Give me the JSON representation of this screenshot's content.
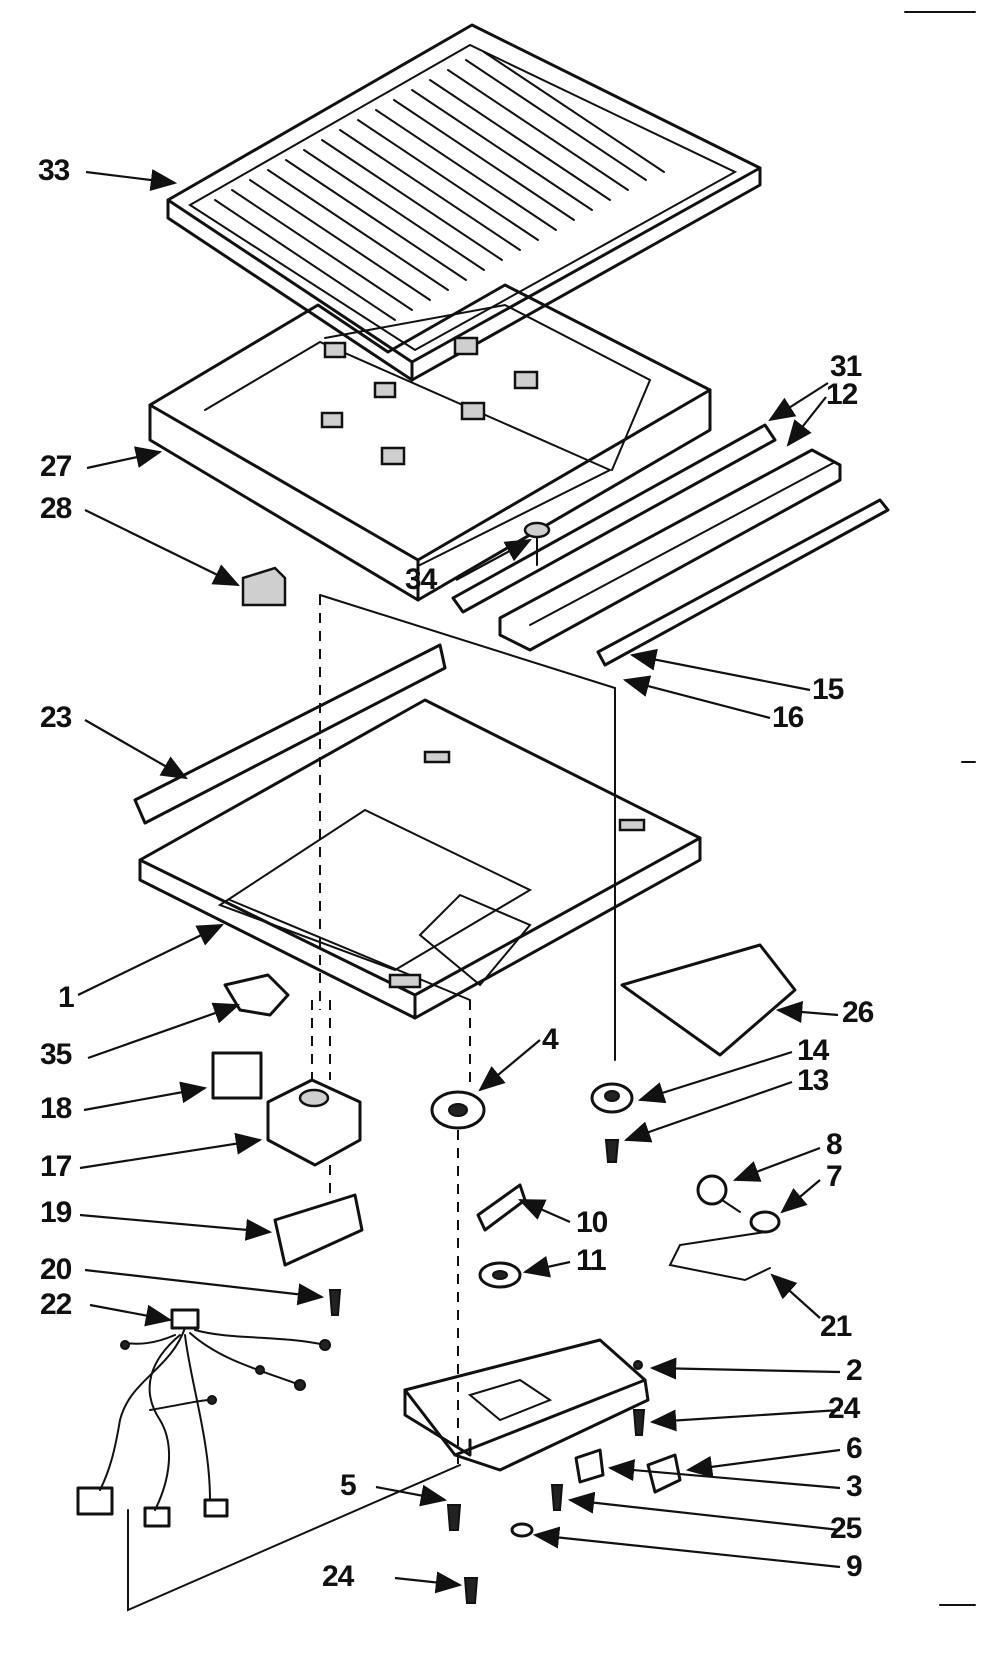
{
  "diagram": {
    "callouts": {
      "p33": "33",
      "p27": "27",
      "p28": "28",
      "p31": "31",
      "p12": "12",
      "p34": "34",
      "p15": "15",
      "p16": "16",
      "p23": "23",
      "p1": "1",
      "p35": "35",
      "p26": "26",
      "p4": "4",
      "p14": "14",
      "p13": "13",
      "p18": "18",
      "p17": "17",
      "p8": "8",
      "p7": "7",
      "p19": "19",
      "p10": "10",
      "p11": "11",
      "p20": "20",
      "p21": "21",
      "p22": "22",
      "p2": "2",
      "p24a": "24",
      "p6": "6",
      "p3": "3",
      "p5": "5",
      "p25": "25",
      "p24b": "24",
      "p9": "9"
    }
  }
}
